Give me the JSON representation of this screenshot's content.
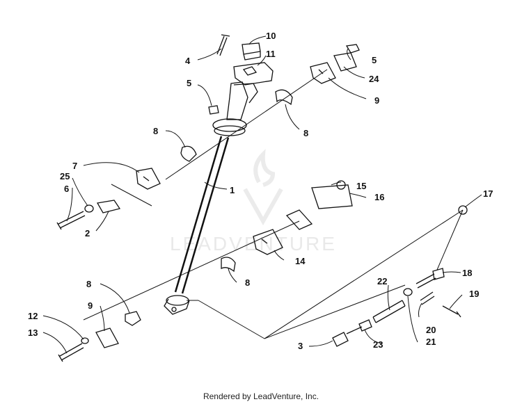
{
  "footer": "Rendered by LeadVenture, Inc.",
  "watermark": "LEADVENTURE",
  "labels": {
    "p1": "1",
    "p2": "2",
    "p3": "3",
    "p4": "4",
    "p5a": "5",
    "p5b": "5",
    "p6": "6",
    "p7": "7",
    "p8a": "8",
    "p8b": "8",
    "p8c": "8",
    "p8d": "8",
    "p9a": "9",
    "p9b": "9",
    "p10": "10",
    "p11": "11",
    "p12": "12",
    "p13": "13",
    "p14": "14",
    "p15": "15",
    "p16": "16",
    "p17": "17",
    "p18": "18",
    "p19": "19",
    "p20": "20",
    "p21": "21",
    "p22": "22",
    "p23": "23",
    "p24": "24",
    "p25": "25"
  }
}
